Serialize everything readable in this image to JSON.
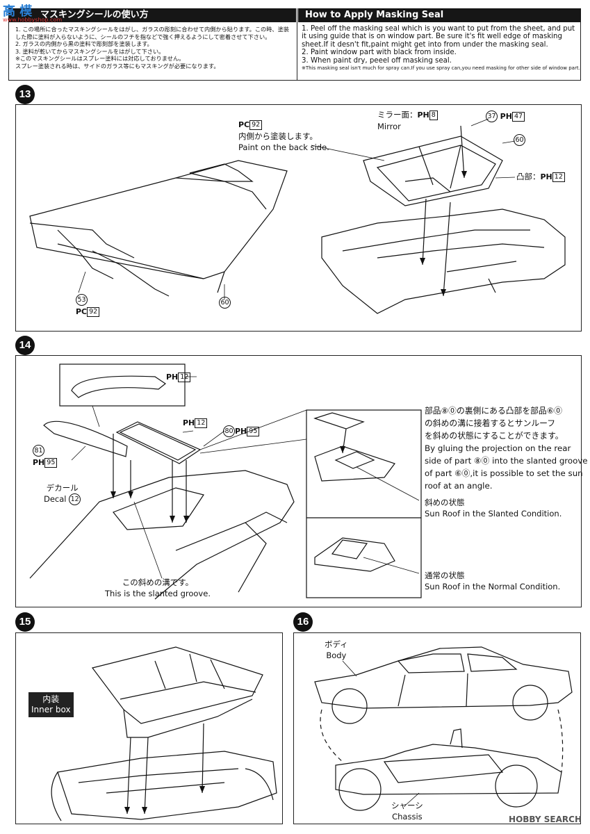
{
  "header": {
    "jp_title": "マスキングシールの使い方",
    "en_title": "How to Apply Masking Seal",
    "jp_lines": [
      "1.  この場所に合ったマスキングシールをはがし、ガラスの彫刻に合わせて内側から貼ります。この時、塗装",
      "     した際に塗料が入らないように、シールのフチを指などで強く押えるようにして密着させて下さい。",
      "2.  ガラスの内側から黒の塗料で彫刻部を塗装します。",
      "3.  塗料が乾いてからマスキングシールをはがして下さい。",
      "※このマスキングシールはスプレー塗料には対応しておりません。",
      "   スプレー塗装される時は、サイドのガラス等にもマスキングが必要になります。"
    ],
    "en_lines": [
      "1.  Peel off the masking seal which is you want to put from the sheet, and put",
      "     it using guide that is on window part. Be sure it's fit well edge of masking",
      "     sheet.If it desn't fit,paint might get into from under the masking seal.",
      "2.  Paint window part with black from inside.",
      "3.  When paint dry, peeel off masking seal.",
      "※This masking seal isn't much for spray can.If you use spray can,you need masking for other side of window part."
    ]
  },
  "watermark": {
    "logo": "高 模",
    "url": "www.hobbyshop.com"
  },
  "steps": {
    "s13": {
      "num": "13",
      "pc_code": "PC",
      "pc_num": "92",
      "paint_jp": "内側から塗装します。",
      "paint_en": "Paint on the back side.",
      "mirror_jp": "ミラー面：",
      "mirror_en": "Mirror",
      "ph": "PH",
      "mirror_num": "8",
      "part37": "37",
      "part37_ph": "47",
      "part60": "60",
      "convex_jp": "凸部：",
      "convex_num": "12",
      "part53": "53",
      "part53_pc": "92",
      "part60b": "60"
    },
    "s14": {
      "num": "14",
      "ph12a": "12",
      "ph12b": "12",
      "part80": "80",
      "ph95": "95",
      "part81": "81",
      "ph95b": "95",
      "decal_jp": "デカール",
      "decal_en": "Decal",
      "decal_num": "12",
      "groove_jp": "この斜めの溝です。",
      "groove_en": "This is the slanted groove.",
      "desc_lines": [
        "部品⑧⓪の裏側にある凸部を部品⑥⓪",
        "の斜めの溝に接着するとサンルーフ",
        "を斜めの状態にすることができます。",
        "By gluing the projection on the rear",
        "side of part ⑧⓪ into the slanted groove",
        "of part ⑥⓪,it is possible to set the sun",
        "roof at an angle."
      ],
      "slanted_jp": "斜めの状態",
      "slanted_en": "Sun Roof in the Slanted Condition.",
      "normal_jp": "通常の状態",
      "normal_en": "Sun Roof in the Normal Condition."
    },
    "s15": {
      "num": "15",
      "inner_jp": "内装",
      "inner_en": "Inner box"
    },
    "s16": {
      "num": "16",
      "body_jp": "ボディ",
      "body_en": "Body",
      "chassis_jp": "シャーシ",
      "chassis_en": "Chassis"
    }
  },
  "footer": {
    "brand": "HOBBY SEARCH"
  }
}
